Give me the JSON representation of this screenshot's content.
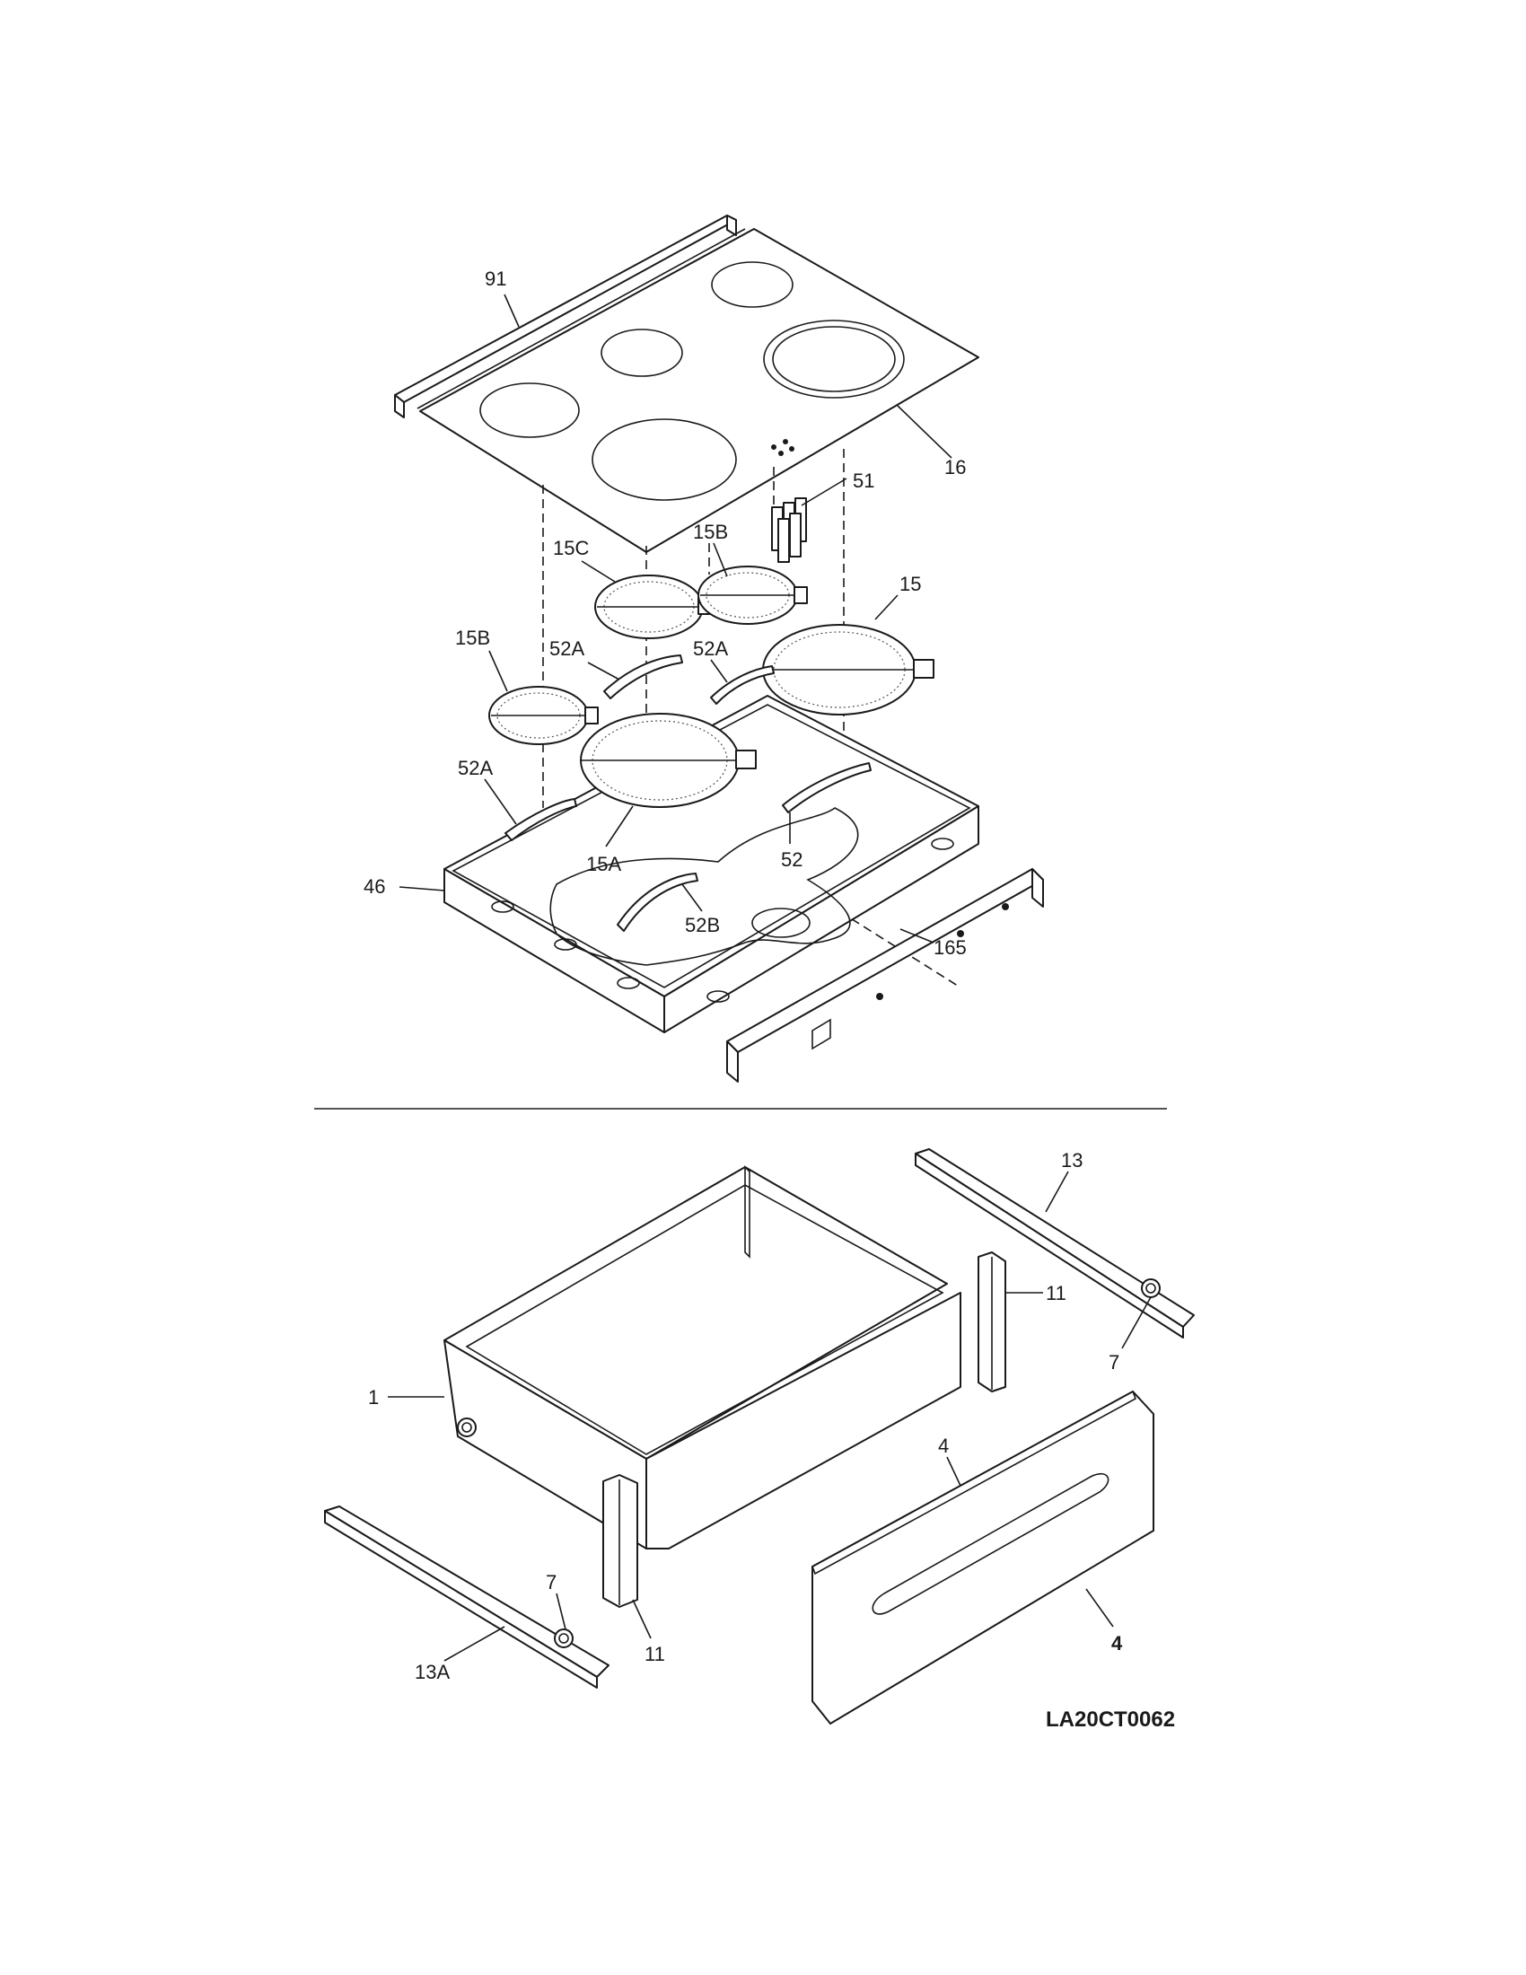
{
  "labels": {
    "p91": "91",
    "p16": "16",
    "p51": "51",
    "p15C": "15C",
    "p15B_top": "15B",
    "p15": "15",
    "p15B_left": "15B",
    "p52A_a": "52A",
    "p52A_b": "52A",
    "p52A_c": "52A",
    "p15A": "15A",
    "p52": "52",
    "p46": "46",
    "p52B": "52B",
    "p165": "165",
    "p13": "13",
    "p11_right": "11",
    "p7_right": "7",
    "p1": "1",
    "p4_small": "4",
    "p7_left": "7",
    "p11_left": "11",
    "p13A": "13A",
    "p4_bold": "4"
  },
  "drawing_code": "LA20CT0062"
}
